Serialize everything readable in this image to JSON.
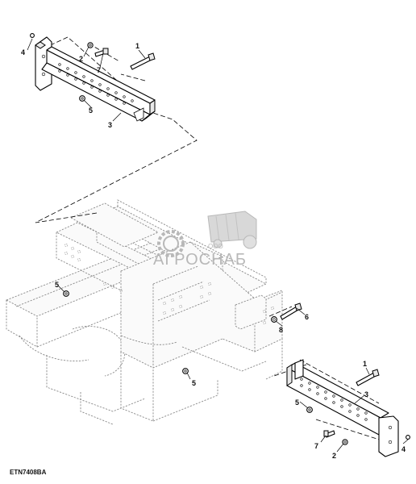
{
  "figure_id": "ETN7408BA",
  "watermark": {
    "company_prefix": "ООО",
    "company_name": "АГРОСНАБ"
  },
  "callouts": {
    "c1_top": "1",
    "c2_top": "2",
    "c3_top": "3",
    "c4_top": "4",
    "c5_top": "5",
    "c7_top": "7",
    "c5_left": "5",
    "c5_mid": "5",
    "c6": "6",
    "c8": "8",
    "c1_bot": "1",
    "c2_bot": "2",
    "c3_bot": "3",
    "c4_bot": "4",
    "c5_bot": "5",
    "c7_bot": "7"
  },
  "colors": {
    "line": "#000000",
    "frame_line": "#8a8a8a",
    "watermark": "#b8b8b8"
  }
}
